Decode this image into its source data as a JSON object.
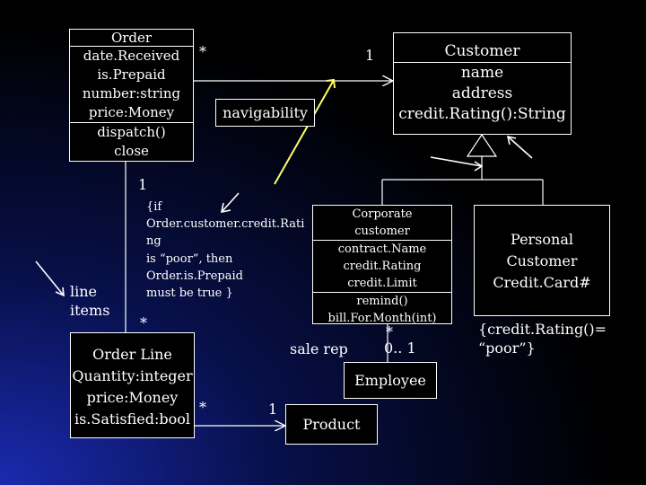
{
  "colors": {
    "background": "#000000",
    "gradient": "#1a2ab0",
    "line": "#ffffff",
    "arrow": "#ffff66"
  },
  "classes": {
    "order": {
      "title": "Order",
      "attributes": [
        "date.Received",
        "is.Prepaid",
        "number:string",
        "price:Money"
      ],
      "operations": [
        "dispatch()",
        "close"
      ]
    },
    "customer": {
      "title": "Customer",
      "attributes": [
        "name",
        "address",
        "credit.Rating():String"
      ]
    },
    "corporate": {
      "title": [
        "Corporate",
        "customer"
      ],
      "attributes": [
        "contract.Name",
        "credit.Rating",
        "credit.Limit"
      ],
      "operations": [
        "remind()",
        "bill.For.Month(int)"
      ]
    },
    "personal": {
      "lines": [
        "Personal",
        "Customer",
        "Credit.Card#"
      ]
    },
    "order_line": {
      "lines": [
        "Order Line",
        "Quantity:integer",
        "price:Money",
        "is.Satisfied:bool"
      ]
    },
    "employee": {
      "title": "Employee"
    },
    "product": {
      "title": "Product"
    }
  },
  "labels": {
    "navigability": "navigability",
    "mult_order_many": "*",
    "mult_customer_one": "1",
    "mult_order_one": "1",
    "mult_orderline_many": "*",
    "mult_ol_product_many": "*",
    "mult_product_one": "1",
    "mult_corp_many": "*",
    "mult_corp_range": "0.. 1",
    "sale_rep": "sale rep",
    "line_items": "line\nitems",
    "constraint_order": "{if\nOrder.customer.credit.Rati\nng\nis “poor”, then\nOrder.is.Prepaid\nmust be true }",
    "constraint_personal": "{credit.Rating()=\n“poor”}"
  }
}
